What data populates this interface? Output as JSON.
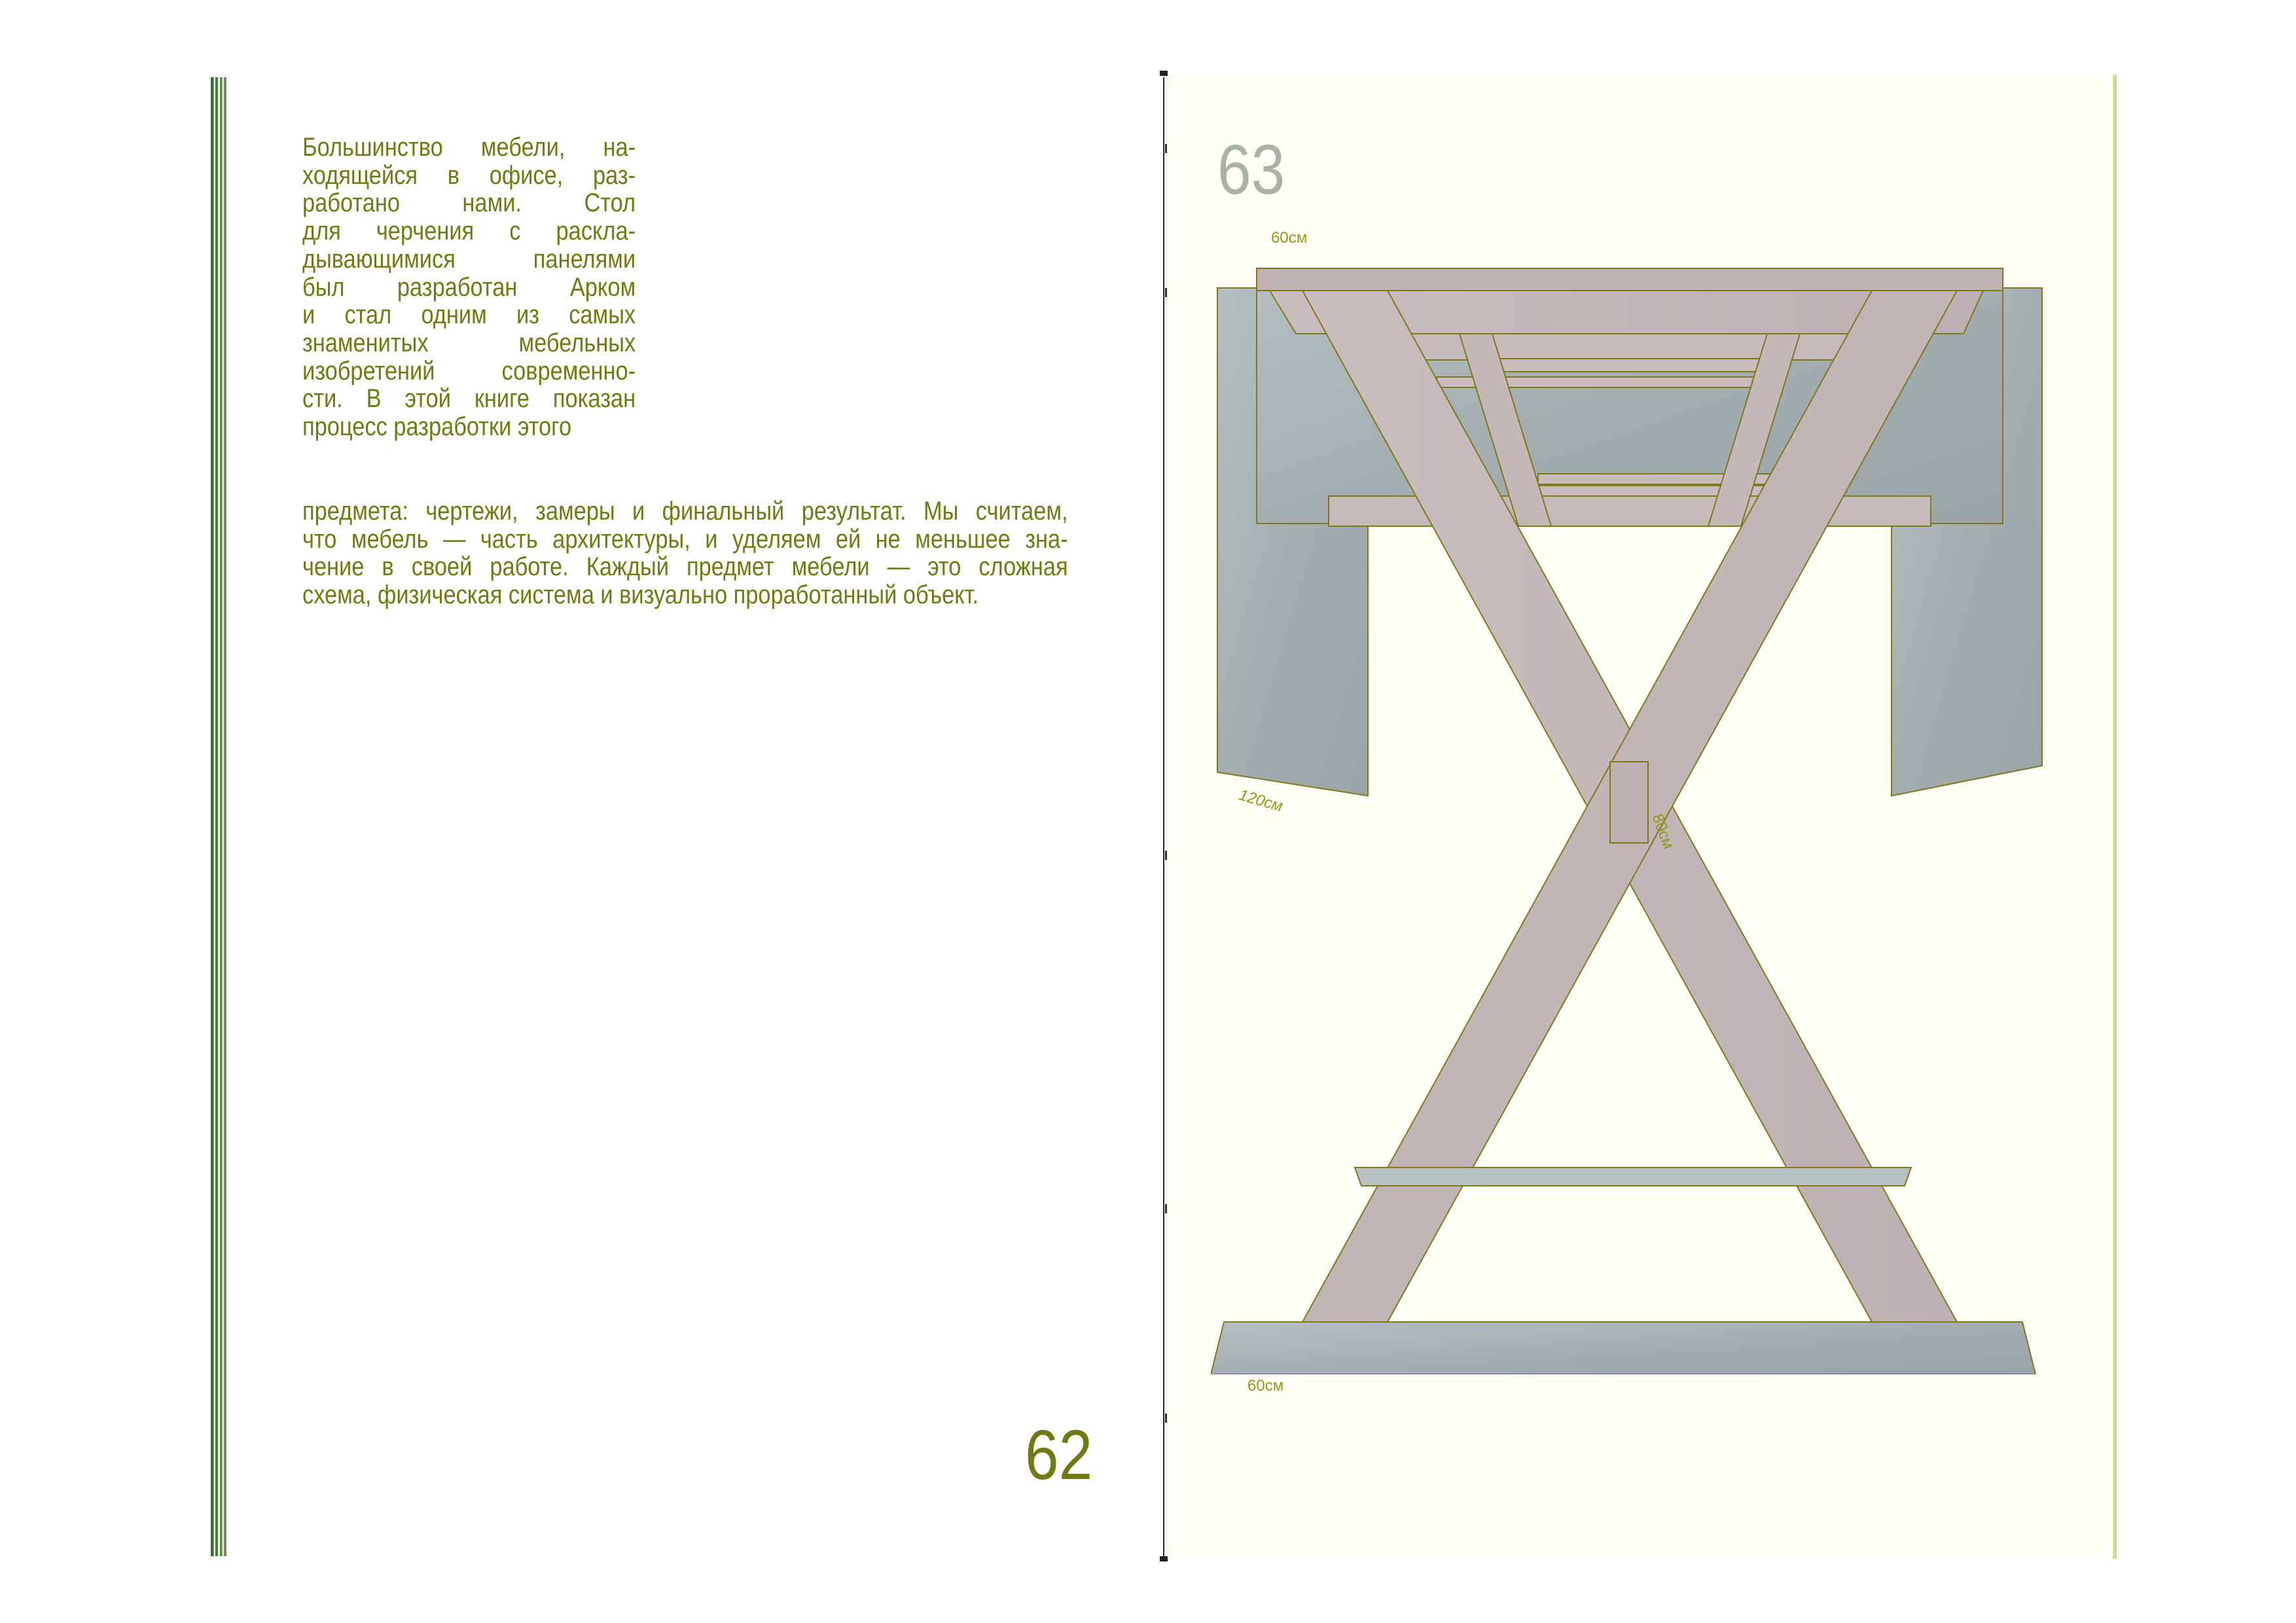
{
  "left_page": {
    "paragraph_narrow_lines": [
      "Большинство мебели, на-",
      "ходящейся в офисе, раз-",
      "работано нами. Стол",
      "для черчения с раскла-",
      "дывающимися панелями",
      "был разработан Арком",
      "и стал одним из самых",
      "знаменитых мебельных",
      "изобретений современно-",
      "сти. В этой книге показан",
      "процесс разработки этого"
    ],
    "paragraph_wide_lines": [
      "предмета: чертежи, замеры и финальный результат. Мы считаем,",
      "что мебель — часть архитектуры, и уделяем ей не меньшее зна-",
      "чение в своей работе. Каждый предмет мебели — это сложная",
      "схема, физическая система и визуально проработанный объект."
    ],
    "page_number": "62"
  },
  "right_page": {
    "page_number": "63",
    "dimensions": {
      "top_width": "60см",
      "bottom_width": "60см",
      "length": "120см",
      "height": "80см"
    }
  },
  "colors": {
    "text_green": "#6f7a12",
    "folio_gray": "#a9b2a6",
    "panel_blue_gray": "#a6b0b3",
    "wood_mauve": "#c3b7b8",
    "outline": "#7d7a1e"
  }
}
